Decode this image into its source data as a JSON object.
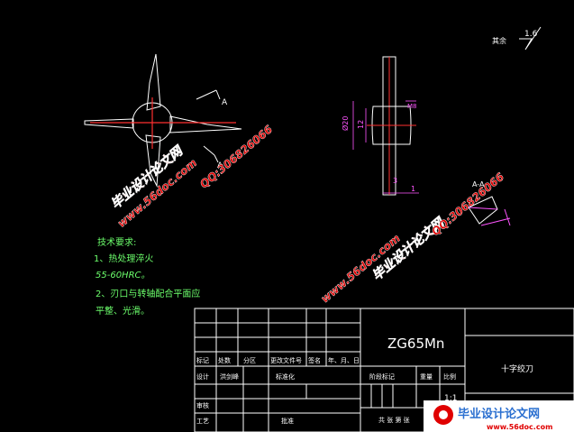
{
  "drawing": {
    "material": "ZG65Mn",
    "part_name": "十字绞刀",
    "scale": "1:1",
    "surface_finish": "1.6",
    "surface_finish_prefix": "其余",
    "section_marker_top": "A",
    "section_marker_bottom": "A",
    "section_label": "A-A",
    "dimensions": {
      "dia": "Ø20",
      "width": "12",
      "thread": "M8",
      "thickness": "3",
      "bottom": "1"
    }
  },
  "tech_requirements": {
    "heading": "技术要求:",
    "lines": [
      "1、热处理淬火",
      "55-60HRC。",
      "2、刃口与转轴配合平面应",
      "平整、光滑。"
    ]
  },
  "title_block": {
    "row1": [
      "标记",
      "处数",
      "分区",
      "更改文件号",
      "签名",
      "年、月、日"
    ],
    "row2": [
      "设计",
      "洪剑峰",
      "标准化"
    ],
    "stage_labels": [
      "阶段标记",
      "重量",
      "比例"
    ],
    "review": "审核",
    "process": "工艺",
    "approve": "批准",
    "sheets": "共  张 第  张"
  },
  "watermarks": {
    "site": "www.56doc.com",
    "brand": "毕业设计论文网",
    "qq": "QQ:306826066"
  },
  "logo": {
    "brand": "毕业设计论文网",
    "url": "www.56doc.com"
  },
  "colors": {
    "background": "#000000",
    "line": "#ffffff",
    "center": "#ff3030",
    "dim": "#ff55ff",
    "text_green": "#6cff6c",
    "watermark": "#e00000"
  }
}
